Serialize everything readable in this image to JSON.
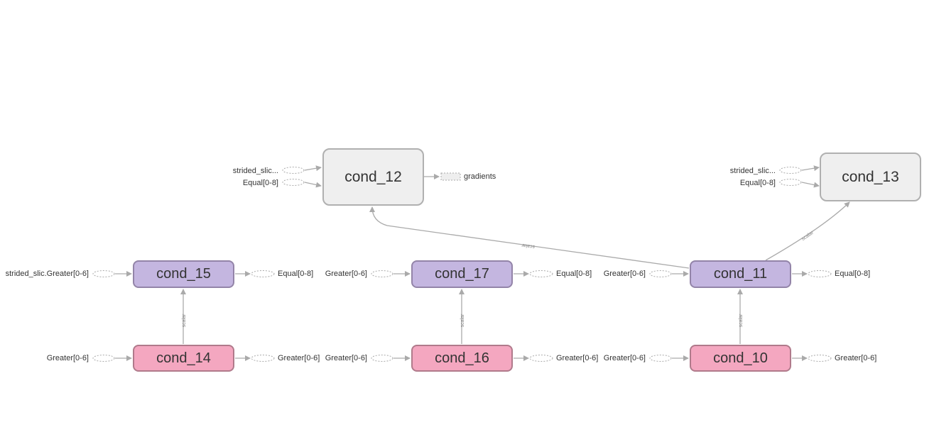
{
  "nodes": {
    "cond_12": "cond_12",
    "cond_13": "cond_13",
    "cond_15": "cond_15",
    "cond_17": "cond_17",
    "cond_11": "cond_11",
    "cond_14": "cond_14",
    "cond_16": "cond_16",
    "cond_10": "cond_10"
  },
  "labels": {
    "c12_in1": "strided_slic...",
    "c12_in2": "Equal[0-8]",
    "c12_out": "gradients",
    "c13_in1": "strided_slic...",
    "c13_in2": "Equal[0-8]",
    "c15_in": "strided_slic.Greater[0-6]",
    "c15_out": "Equal[0-8]",
    "c17_in": "Greater[0-6]",
    "c17_out": "Equal[0-8]",
    "c11_in": "Greater[0-6]",
    "c11_out": "Equal[0-8]",
    "c14_in": "Greater[0-6]",
    "c14_out": "Greater[0-6]",
    "c16_in": "Greater[0-6]",
    "c16_out": "Greater[0-6]",
    "c10_in": "Greater[0-6]",
    "c10_out": "Greater[0-6]"
  },
  "edge_labels": {
    "e14_15": "scalar",
    "e16_17": "scalar",
    "e10_11": "scalar",
    "e11_12": "scalar",
    "e11_13": "scalar"
  },
  "colors": {
    "meta_node": "#efefef",
    "purple_node": "#c4b6e0",
    "pink_node": "#f4a7c0",
    "edge": "#aaaaaa"
  }
}
